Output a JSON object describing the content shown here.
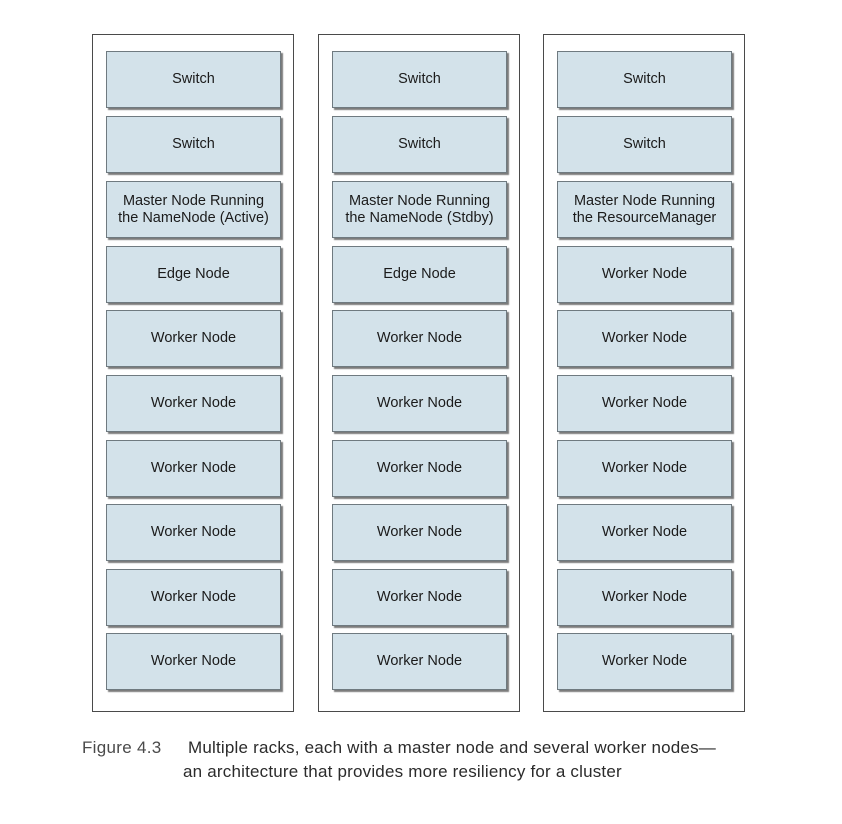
{
  "racks": [
    {
      "slots": [
        "Switch",
        "Switch",
        "Master Node Running the NameNode (Active)",
        "Edge Node",
        "Worker Node",
        "Worker Node",
        "Worker Node",
        "Worker Node",
        "Worker Node",
        "Worker Node"
      ]
    },
    {
      "slots": [
        "Switch",
        "Switch",
        "Master Node Running the NameNode (Stdby)",
        "Edge Node",
        "Worker Node",
        "Worker Node",
        "Worker Node",
        "Worker Node",
        "Worker Node",
        "Worker Node"
      ]
    },
    {
      "slots": [
        "Switch",
        "Switch",
        "Master Node Running the ResourceManager",
        "Worker Node",
        "Worker Node",
        "Worker Node",
        "Worker Node",
        "Worker Node",
        "Worker Node",
        "Worker Node"
      ]
    }
  ],
  "caption": {
    "label": "Figure 4.3",
    "line1": "Multiple racks, each with a master node and several worker nodes—",
    "line2": "an architecture that provides more resiliency for a cluster"
  },
  "colors": {
    "slot_fill": "#d3e2ea",
    "rack_border": "#4a4a4a"
  }
}
